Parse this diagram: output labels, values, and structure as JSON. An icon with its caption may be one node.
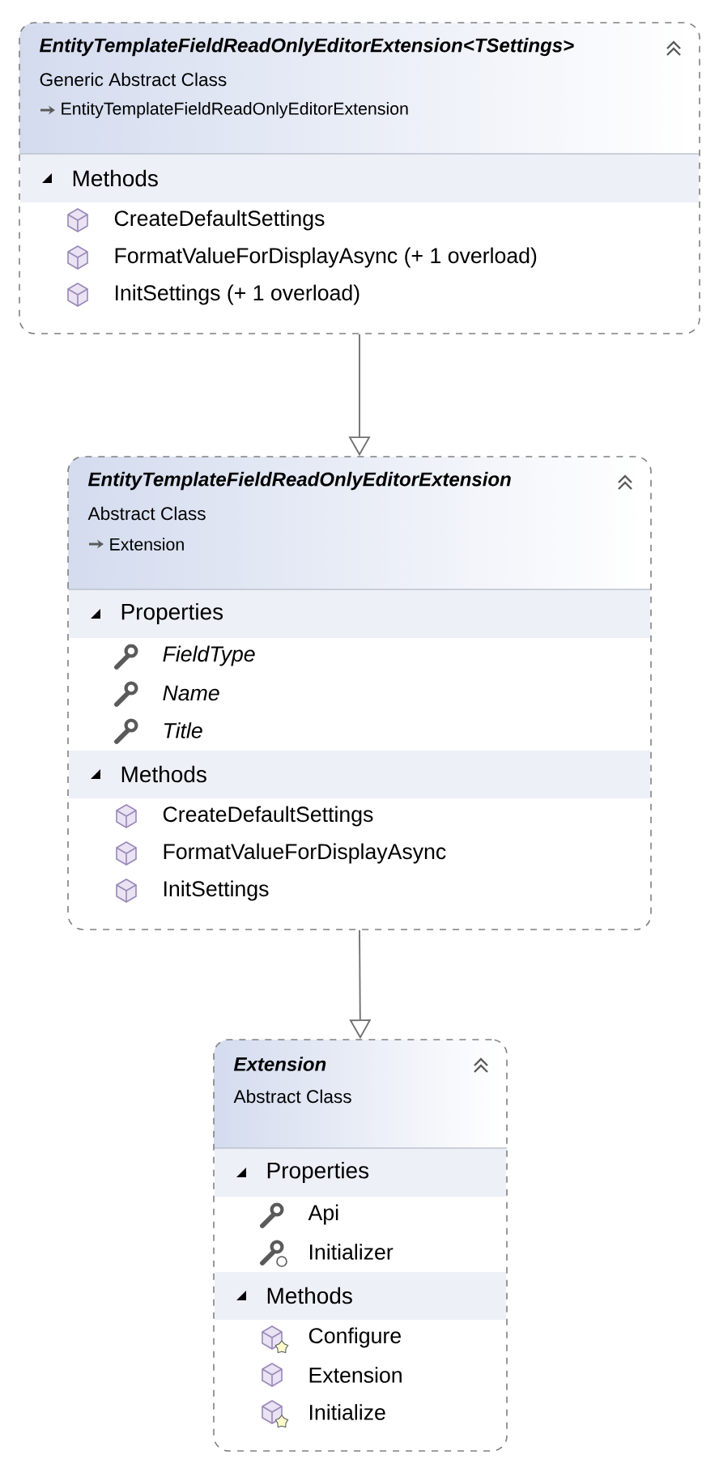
{
  "diagram": {
    "nodes": [
      {
        "text": [
          "EntityTemplateFieldReadOnlyEditorExtension<TSettings>",
          "Generic Abstract Class",
          "EntityTemplateFieldReadOnlyEditorExtension",
          "Methods",
          "CreateDefaultSettings",
          "FormatValueForDisplayAsync (+ 1 overload)",
          "InitSettings (+ 1 overload)"
        ]
      },
      {
        "text": [
          "EntityTemplateFieldReadOnlyEditorExtension",
          "Abstract Class",
          "Extension",
          "Properties",
          "FieldType",
          "Name",
          "Title",
          "Methods",
          "CreateDefaultSettings",
          "FormatValueForDisplayAsync",
          "InitSettings"
        ]
      },
      {
        "text": [
          "Extension",
          "Abstract Class",
          "Properties",
          "Api",
          "Initializer",
          "Methods",
          "Configure",
          "Extension",
          "Initialize"
        ]
      }
    ],
    "edges": [
      {
        "from": 0,
        "to": 1,
        "arrow": "to"
      },
      {
        "from": 1,
        "to": 2,
        "arrow": "to"
      }
    ]
  }
}
